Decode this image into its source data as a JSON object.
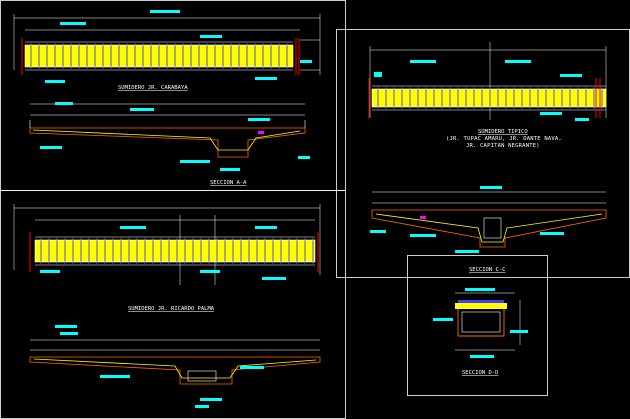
{
  "drawing": {
    "plans": [
      {
        "id": "plan-carabaya",
        "title": "SUMIDERO JR. CARABAYA"
      },
      {
        "id": "plan-palma",
        "title": "SUMIDERO JR. RICARDO PALMA"
      },
      {
        "id": "plan-tipico",
        "title_lines": [
          "SUMIDERO TIPICO",
          "(JR. TUPAC AMARU, JR. DANTE NAVA,",
          "JR. CAPITAN NEGRANTE)"
        ]
      }
    ],
    "sections": [
      {
        "id": "section-aa",
        "title": "SECCION A-A"
      },
      {
        "id": "section-cc",
        "title": "SECCION C-C"
      },
      {
        "id": "section-dd",
        "title": "SECCION D-D"
      }
    ]
  },
  "colors": {
    "background": "#000000",
    "frame": "#ffffff",
    "grate": "#ffff00",
    "bar": "#4040ff",
    "dimension": "#ffffff",
    "label_box": "#00ffff",
    "concrete": "#ff6600",
    "cut_line": "#ff0000",
    "axis": "#ff00ff"
  }
}
